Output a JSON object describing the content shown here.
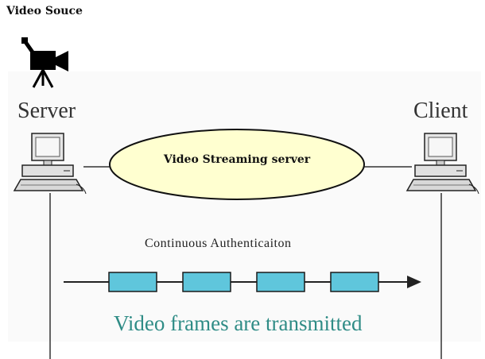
{
  "labels": {
    "video_source": "Video Souce",
    "server": "Server",
    "client": "Client",
    "cloud": "Video Streaming server",
    "authentication": "Continuous Authenticaiton",
    "frames": "Video frames are transmitted"
  },
  "frames": {
    "count": 4,
    "fill_color": "#5fc6dc",
    "stroke_color": "#1a1a1a"
  },
  "colors": {
    "frames_text": "#2f8c86",
    "cloud_fill": "#ffffd0"
  },
  "icons": [
    "video-camera-icon",
    "server-computer-icon",
    "client-computer-icon",
    "arrow-icon"
  ]
}
